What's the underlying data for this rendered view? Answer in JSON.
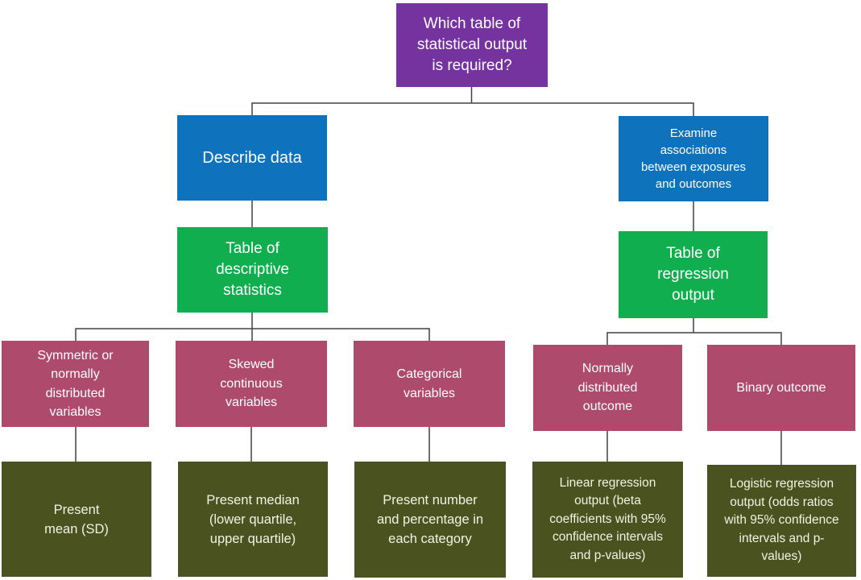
{
  "diagram": {
    "type": "decision-flowchart",
    "title": "Which table of statistical output is required?"
  },
  "colors": {
    "question": "#7533A0",
    "branch": "#0E72BC",
    "table": "#10AE4F",
    "variable": "#AE4A6C",
    "output": "#4A531F",
    "text": "#FFFFFF",
    "output_text": "#F2F2E4",
    "connector": "#404040",
    "background": "#FFFFFF"
  },
  "nodes": {
    "question": {
      "label": "Which table of\nstatistical output\nis required?"
    },
    "describe": {
      "label": "Describe data"
    },
    "examine": {
      "label": "Examine\nassociations\nbetween exposures\nand outcomes"
    },
    "descriptive_table": {
      "label": "Table of\ndescriptive\nstatistics"
    },
    "regression_table": {
      "label": "Table of\nregression\noutput"
    },
    "symmetric": {
      "label": "Symmetric or\nnormally\ndistributed\nvariables"
    },
    "skewed": {
      "label": "Skewed\ncontinuous\nvariables"
    },
    "categorical": {
      "label": "Categorical\nvariables"
    },
    "normal_outcome": {
      "label": "Normally\ndistributed\noutcome"
    },
    "binary_outcome": {
      "label": "Binary outcome"
    },
    "mean": {
      "label": "Present\nmean (SD)"
    },
    "median": {
      "label": "Present median\n(lower quartile,\nupper quartile)"
    },
    "number_percentage": {
      "label": "Present number\nand percentage in\neach category"
    },
    "linear_regression": {
      "label": "Linear regression\noutput (beta\ncoefficients with 95%\nconfidence intervals\nand p-values)"
    },
    "logistic_regression": {
      "label": "Logistic regression\noutput (odds ratios\nwith 95% confidence\nintervals and p-\nvalues)"
    }
  },
  "edges": [
    "question -> describe",
    "question -> examine",
    "describe -> descriptive_table",
    "examine -> regression_table",
    "descriptive_table -> symmetric",
    "descriptive_table -> skewed",
    "descriptive_table -> categorical",
    "regression_table -> normal_outcome",
    "regression_table -> binary_outcome",
    "symmetric -> mean",
    "skewed -> median",
    "categorical -> number_percentage",
    "normal_outcome -> linear_regression",
    "binary_outcome -> logistic_regression"
  ]
}
